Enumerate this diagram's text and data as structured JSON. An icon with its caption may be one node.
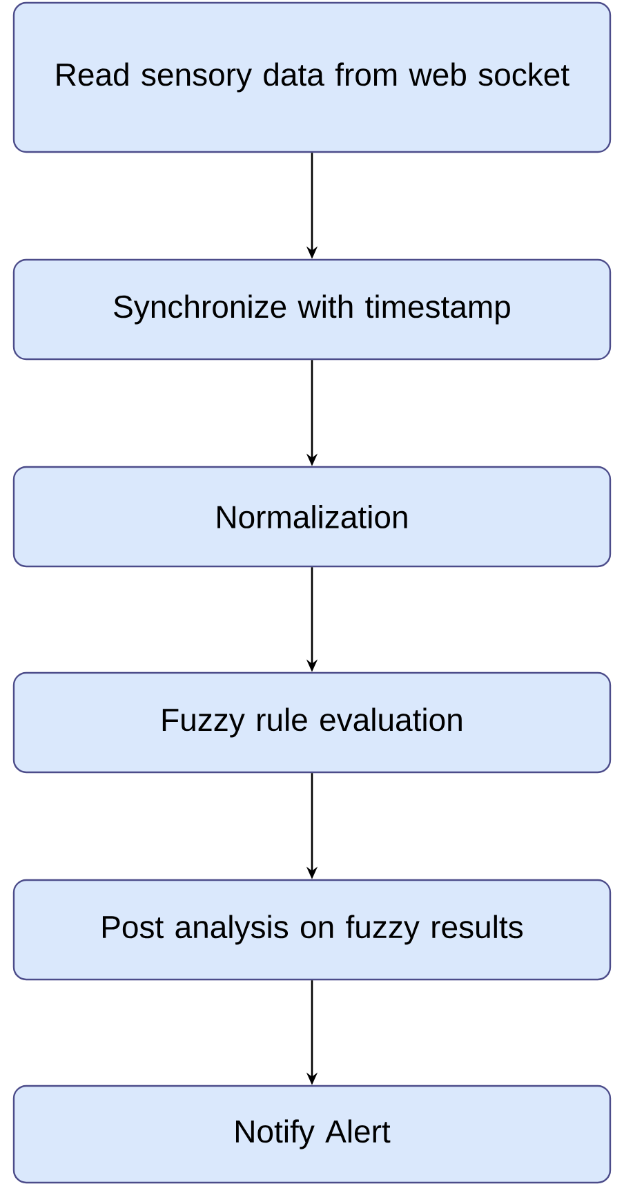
{
  "diagram": {
    "nodes": [
      {
        "text": [
          "Read sensory data from web socket"
        ]
      },
      {
        "text": [
          "Synchronize with timestamp"
        ]
      },
      {
        "text": [
          "Normalization"
        ]
      },
      {
        "text": [
          "Fuzzy rule evaluation"
        ]
      },
      {
        "text": [
          "Post analysis on fuzzy results"
        ]
      },
      {
        "text": [
          "Notify Alert"
        ]
      }
    ],
    "edges": [
      {
        "from": 0,
        "to": 1,
        "arrow": "to"
      },
      {
        "from": 1,
        "to": 2,
        "arrow": "to"
      },
      {
        "from": 2,
        "to": 3,
        "arrow": "to"
      },
      {
        "from": 3,
        "to": 4,
        "arrow": "to"
      },
      {
        "from": 4,
        "to": 5,
        "arrow": "to"
      }
    ]
  }
}
